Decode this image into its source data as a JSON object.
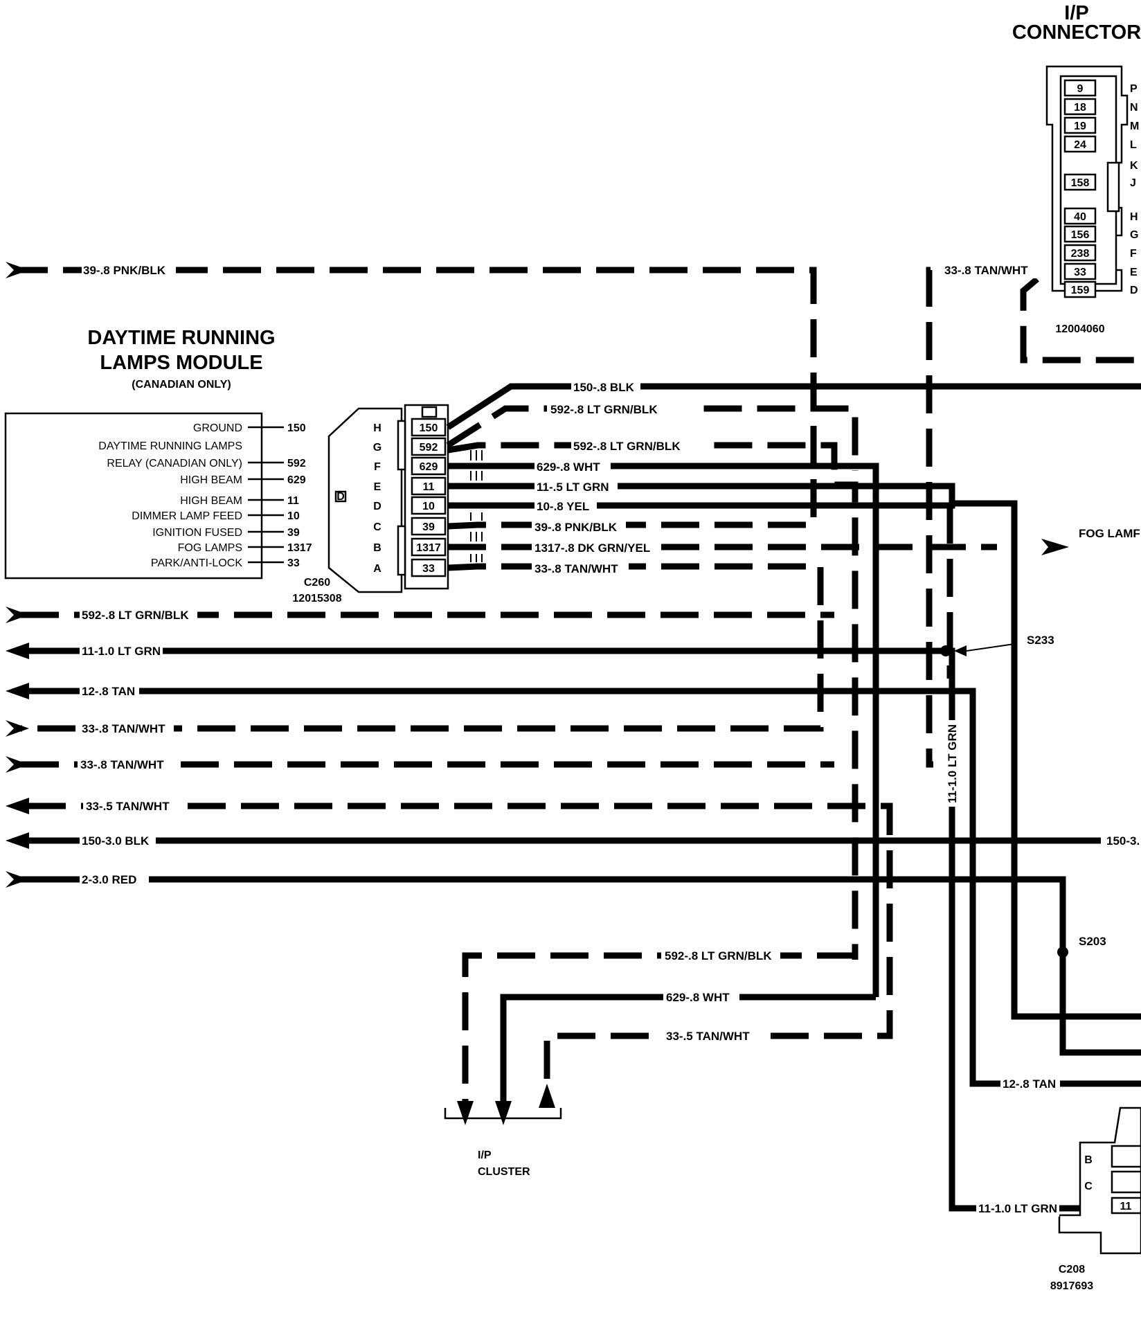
{
  "ip_connector": {
    "title_line1": "I/P",
    "title_line2": "CONNECTOR",
    "part_number": "12004060",
    "pins": [
      {
        "cav": "9",
        "letter": "P"
      },
      {
        "cav": "18",
        "letter": "N"
      },
      {
        "cav": "19",
        "letter": "M"
      },
      {
        "cav": "24",
        "letter": "L"
      },
      {
        "cav": "",
        "letter": "K"
      },
      {
        "cav": "158",
        "letter": "J"
      },
      {
        "cav": "40",
        "letter": "H"
      },
      {
        "cav": "156",
        "letter": "G"
      },
      {
        "cav": "238",
        "letter": "F"
      },
      {
        "cav": "33",
        "letter": "E"
      },
      {
        "cav": "159",
        "letter": "D"
      }
    ]
  },
  "module": {
    "title_line1": "DAYTIME RUNNING",
    "title_line2": "LAMPS MODULE",
    "subtitle": "(CANADIAN ONLY)",
    "connector_id": "C260",
    "connector_part": "12015308",
    "side_mark": "D",
    "functions": [
      {
        "text": "GROUND",
        "circuit": "150"
      },
      {
        "text": "DAYTIME RUNNING LAMPS",
        "circuit": ""
      },
      {
        "text": "RELAY (CANADIAN ONLY)",
        "circuit": "592"
      },
      {
        "text": "HIGH BEAM",
        "circuit": "629"
      },
      {
        "text": "HIGH BEAM",
        "circuit": "11"
      },
      {
        "text": "DIMMER LAMP FEED",
        "circuit": "10"
      },
      {
        "text": "IGNITION FUSED",
        "circuit": "39"
      },
      {
        "text": "FOG LAMPS",
        "circuit": "1317"
      },
      {
        "text": "PARK/ANTI-LOCK",
        "circuit": "33"
      }
    ],
    "pins": [
      {
        "letter": "H",
        "cav": "150"
      },
      {
        "letter": "G",
        "cav": "592"
      },
      {
        "letter": "F",
        "cav": "629"
      },
      {
        "letter": "E",
        "cav": "11"
      },
      {
        "letter": "D",
        "cav": "10"
      },
      {
        "letter": "C",
        "cav": "39"
      },
      {
        "letter": "B",
        "cav": "1317"
      },
      {
        "letter": "A",
        "cav": "33"
      }
    ]
  },
  "wire_labels": {
    "top_left": "39-.8 PNK/BLK",
    "top_right": "33-.8 TAN/WHT",
    "m150": "150-.8 BLK",
    "m592a": "592-.8 LT GRN/BLK",
    "m592b": "592-.8 LT GRN/BLK",
    "m629": "629-.8 WHT",
    "m11": "11-.5 LT GRN",
    "m10": "10-.8 YEL",
    "m39": "39-.8 PNK/BLK",
    "m1317": "1317-.8 DK GRN/YEL",
    "m33": "33-.8 TAN/WHT",
    "l592": "592-.8 LT GRN/BLK",
    "l11": "11-1.0 LT GRN",
    "l12": "12-.8 TAN",
    "l33a": "33-.8 TAN/WHT",
    "l33b": "33-.8 TAN/WHT",
    "l33c": "33-.5 TAN/WHT",
    "l150": "150-3.0 BLK",
    "l2": "2-3.0 RED",
    "r150": "150-3.",
    "b592": "592-.8 LT GRN/BLK",
    "b629": "629-.8 WHT",
    "b33": "33-.5 TAN/WHT",
    "vert11": "11-1.0 LT GRN",
    "r12": "12-.8 TAN",
    "r11": "11-1.0 LT GRN"
  },
  "labels": {
    "fog": "FOG LAMF",
    "s233": "S233",
    "s203": "S203",
    "cluster_line1": "I/P",
    "cluster_line2": "CLUSTER",
    "c208_id": "C208",
    "c208_part": "8917693",
    "c208_b": "B",
    "c208_c": "C",
    "c208_cav": "11"
  }
}
